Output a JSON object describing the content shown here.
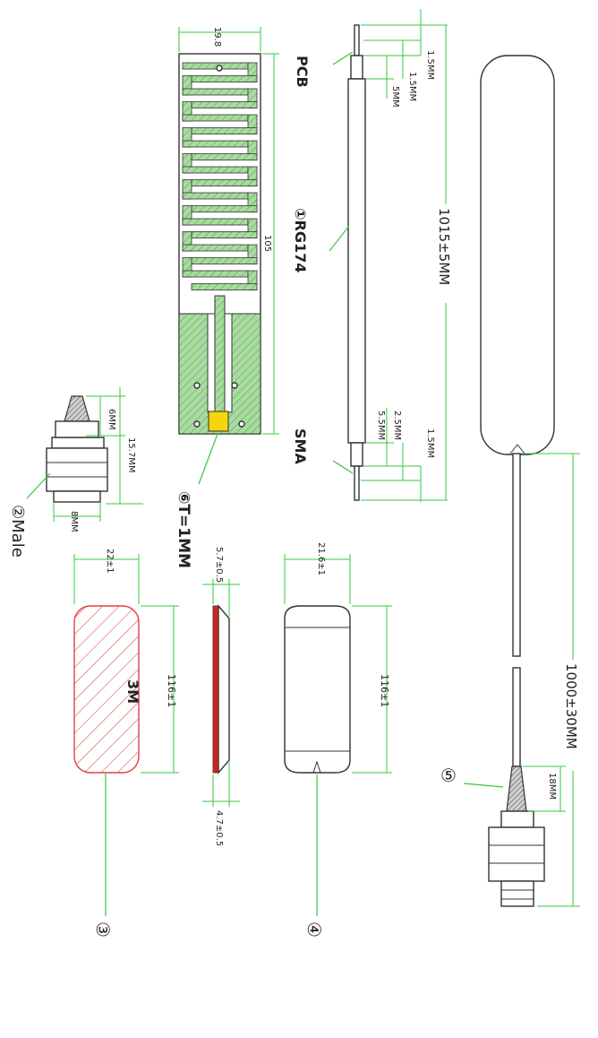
{
  "labels": {
    "pcb": "PCB",
    "rg174": "①RG174",
    "sma": "SMA",
    "male": "②Male",
    "thickness": "⑥T=1MM",
    "tape": "3M",
    "callout3": "③",
    "callout4": "④",
    "callout5": "⑤"
  },
  "dims": {
    "pcb_width": "19.8",
    "pcb_length": "105",
    "trim_top_1": "1.5MM",
    "trim_top_2": "1.5MM",
    "trim_top_3": "5MM",
    "trim_bot_1": "5.5MM",
    "trim_bot_2": "2.5MM",
    "trim_bot_3": "1.5MM",
    "cable_length": "1015±5MM",
    "crimp": "6MM",
    "sma_len": "15.7MM",
    "sma_hex": "8MM",
    "sticker_width": "22±1",
    "sticker_length": "116±1",
    "profile_top": "5.7±0.5",
    "profile_bottom": "4.7±0.5",
    "housing_width": "21.6±1",
    "housing_length": "116±1",
    "assembly_cable": "1000±30MM",
    "boot": "18MM"
  },
  "colors": {
    "dimension": "#36c83c",
    "pcb_fill": "#a9dba0",
    "feed_pad": "#f5d60a",
    "sticker_hatch": "#e04040",
    "profile_edge": "#d42020"
  }
}
